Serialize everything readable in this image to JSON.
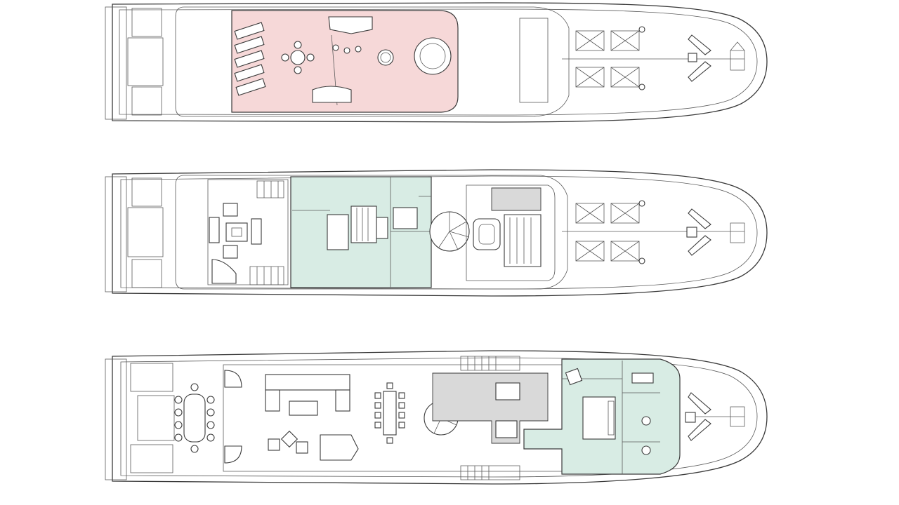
{
  "diagram": {
    "kind": "yacht-deck-plan",
    "colors": {
      "background": "#ffffff",
      "line": "#3a3a3a",
      "sun_deck_highlight": "#f6d8d8",
      "guest_area_highlight": "#d8ece4",
      "gray_fill": "#d9d9d9"
    },
    "decks": [
      {
        "id": "sun-deck",
        "highlight": "sun_deck_highlight"
      },
      {
        "id": "bridge-deck",
        "highlight": "guest_area_highlight"
      },
      {
        "id": "main-deck",
        "highlight": "guest_area_highlight"
      }
    ]
  }
}
